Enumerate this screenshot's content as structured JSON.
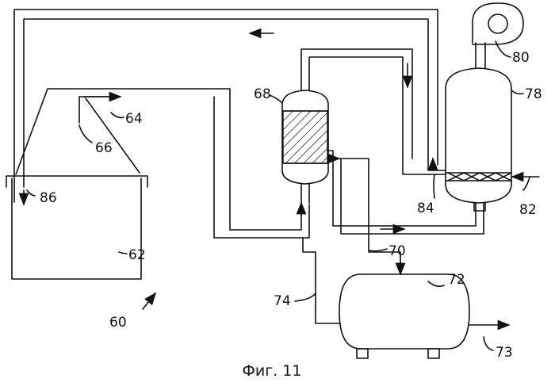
{
  "figure": {
    "caption": "Фиг. 11",
    "labels": {
      "system": "60",
      "tank": "62",
      "hood": "64",
      "inner_duct": "66",
      "column": "68",
      "line_70": "70",
      "receiver": "72",
      "outlet": "73",
      "line_74": "74",
      "separator": "78",
      "blower": "80",
      "inlet": "82",
      "exchanger": "84",
      "return": "86"
    }
  }
}
